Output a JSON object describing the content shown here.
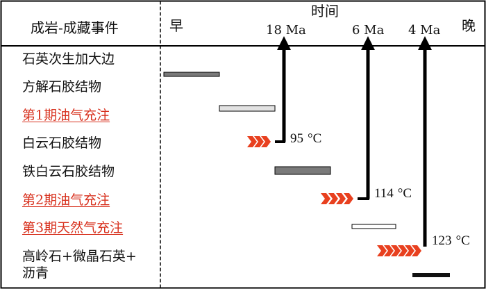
{
  "header": {
    "left_title": "成岩-成藏事件",
    "time_title": "时间",
    "early": "早",
    "late": "晚"
  },
  "time_ticks": [
    "18 Ma",
    "6 Ma",
    "4 Ma"
  ],
  "events": [
    {
      "label": "石英次生加大边",
      "highlight": false
    },
    {
      "label": "方解石胶结物",
      "highlight": false
    },
    {
      "label": "第1期油气充注",
      "highlight": true
    },
    {
      "label": "白云石胶结物",
      "highlight": false
    },
    {
      "label": "铁白云石胶结物",
      "highlight": false
    },
    {
      "label": "第2期油气充注",
      "highlight": true
    },
    {
      "label": "第3期天然气充注",
      "highlight": true
    },
    {
      "label": "高岭石+微晶石英+",
      "highlight": false
    },
    {
      "label": "沥青",
      "highlight": false
    }
  ],
  "temperatures": [
    {
      "value": "95",
      "unit": "°C"
    },
    {
      "value": "114",
      "unit": "°C"
    },
    {
      "value": "123",
      "unit": "°C"
    }
  ],
  "colors": {
    "charge_chevron": "#e8401f",
    "highlight_text": "#d8321f",
    "bar_dark_gray": "#7a7a7a",
    "bar_light_gray": "#e2e2e2",
    "bar_white": "#ffffff",
    "bar_black": "#111111"
  }
}
